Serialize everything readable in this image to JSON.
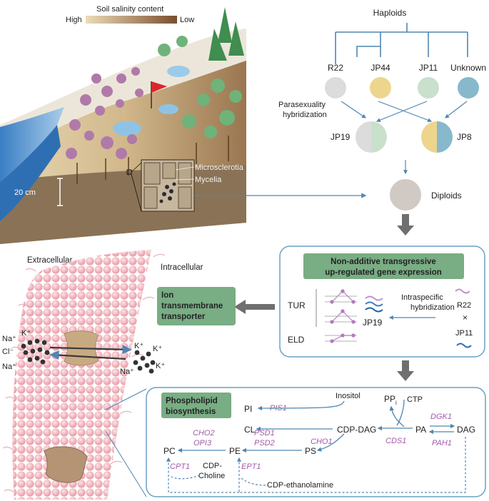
{
  "colors": {
    "arrow_blue": "#4f86b4",
    "box_border": "#6aa0c2",
    "green_label": "#79ad84",
    "enzyme_purple": "#a05aa8",
    "R22": "#dcdcdc",
    "JP44": "#edd58e",
    "JP11": "#c9e0cc",
    "Unknown": "#87b8cc",
    "diploid": "#d0c9c4",
    "membrane_pink": "#f2b5bd",
    "transporter_tan": "#c8aa82",
    "soil_brown": "#8c7458",
    "sea_blue": "#5b9bd5"
  },
  "salinity_legend": {
    "title": "Soil salinity content",
    "high": "High",
    "low": "Low"
  },
  "field": {
    "depth_label": "20 cm",
    "microsclerotia": "Microsclerotia",
    "mycelia": "Mycelia"
  },
  "haploids": {
    "title": "Haploids",
    "strains": [
      "R22",
      "JP44",
      "JP11",
      "Unknown"
    ],
    "hybridization_label_1": "Parasexuality",
    "hybridization_label_2": "hybridization",
    "hybrids": [
      "JP19",
      "JP8"
    ],
    "diploids": "Diploids"
  },
  "expression_box": {
    "title_line1": "Non-additive transgressive",
    "title_line2": "up-regulated gene expression",
    "tur": "TUR",
    "eld": "ELD",
    "hybrid": "JP19",
    "intra_line1": "Intraspecific",
    "intra_line2": "hybridization",
    "parent1": "R22",
    "cross": "×",
    "parent2": "JP11"
  },
  "membrane": {
    "extracellular": "Extracellular",
    "intracellular": "Intracellular",
    "ion_label_line1": "Ion",
    "ion_label_line2": "transmembrane",
    "ion_label_line3": "transporter",
    "ions_out": [
      "K⁺",
      "Na⁺",
      "Cl⁻",
      "Na⁺"
    ],
    "ions_in": [
      "K⁺",
      "K⁺",
      "Na⁺",
      "K⁺"
    ]
  },
  "phospholipid": {
    "title_line1": "Phospholipid",
    "title_line2": "biosynthesis",
    "nodes": {
      "PI": "PI",
      "Inositol": "Inositol",
      "PPi": "PP",
      "PPi_sub": "i",
      "CTP": "CTP",
      "CL": "CL",
      "CDP_DAG": "CDP-DAG",
      "PA": "PA",
      "DAG": "DAG",
      "PC": "PC",
      "PE": "PE",
      "PS": "PS",
      "CDP_Choline_1": "CDP-",
      "CDP_Choline_2": "Choline",
      "CDP_ethanolamine": "CDP-ethanolamine"
    },
    "enzymes": {
      "PIS1": "PIS1",
      "DGK1": "DGK1",
      "CDS1": "CDS1",
      "PAH1": "PAH1",
      "CHO2": "CHO2",
      "OPI3": "OPI3",
      "PSD1": "PSD1",
      "PSD2": "PSD2",
      "CHO1": "CHO1",
      "CPT1": "CPT1",
      "EPT1": "EPT1"
    }
  }
}
